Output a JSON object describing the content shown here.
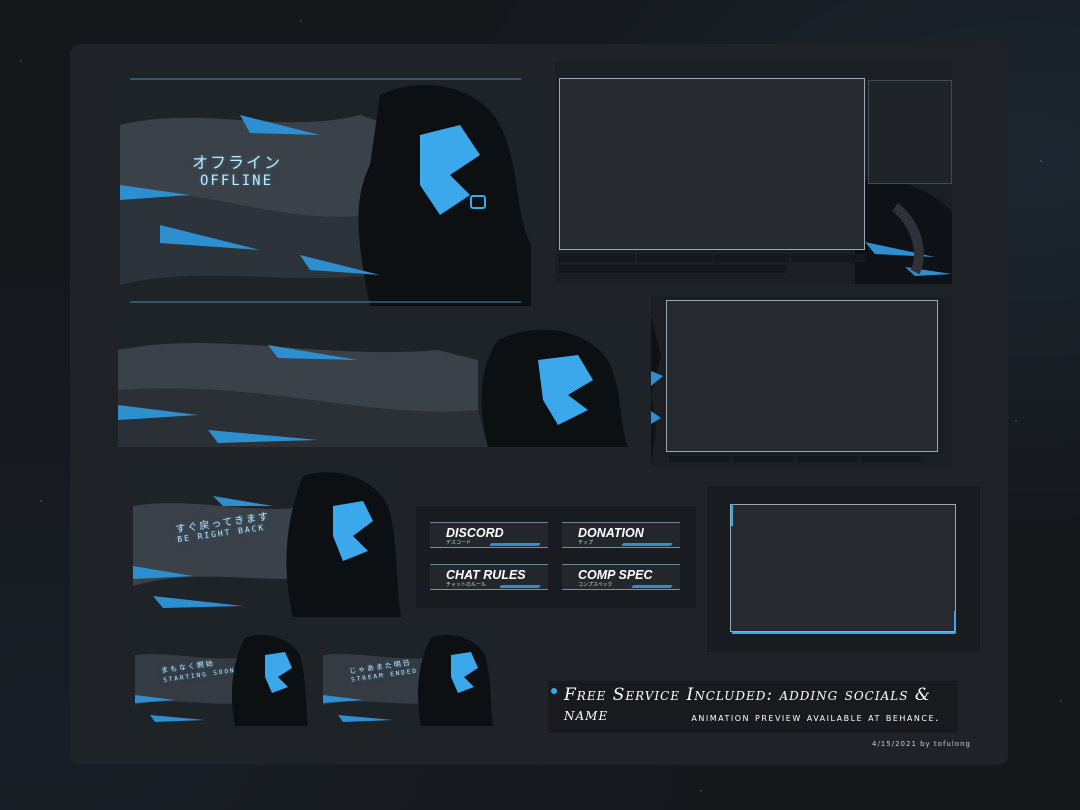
{
  "colors": {
    "accent": "#3aa8ea",
    "frame": "#9aa8b2",
    "background": "#16181c",
    "board": "#1f2227"
  },
  "offline": {
    "jp": "オフライン",
    "en": "OFFLINE"
  },
  "brb": {
    "jp": "すぐ戻ってきます",
    "en": "BE RIGHT BACK"
  },
  "starting": {
    "jp": "まもなく開始",
    "en": "STARTING SOON"
  },
  "ended": {
    "jp": "じゃあまた明日",
    "en": "STREAM ENDED"
  },
  "panels": [
    {
      "label": "DISCORD",
      "sub": "デスコード"
    },
    {
      "label": "DONATION",
      "sub": "チップ"
    },
    {
      "label": "CHAT RULES",
      "sub": "チャットのルール"
    },
    {
      "label": "COMP SPEC",
      "sub": "コンプスペック"
    }
  ],
  "promo": {
    "line1": "Free Service Included: adding socials & name",
    "line2": "animation preview available at behance."
  },
  "signature": "4/15/2021 by tofulong"
}
